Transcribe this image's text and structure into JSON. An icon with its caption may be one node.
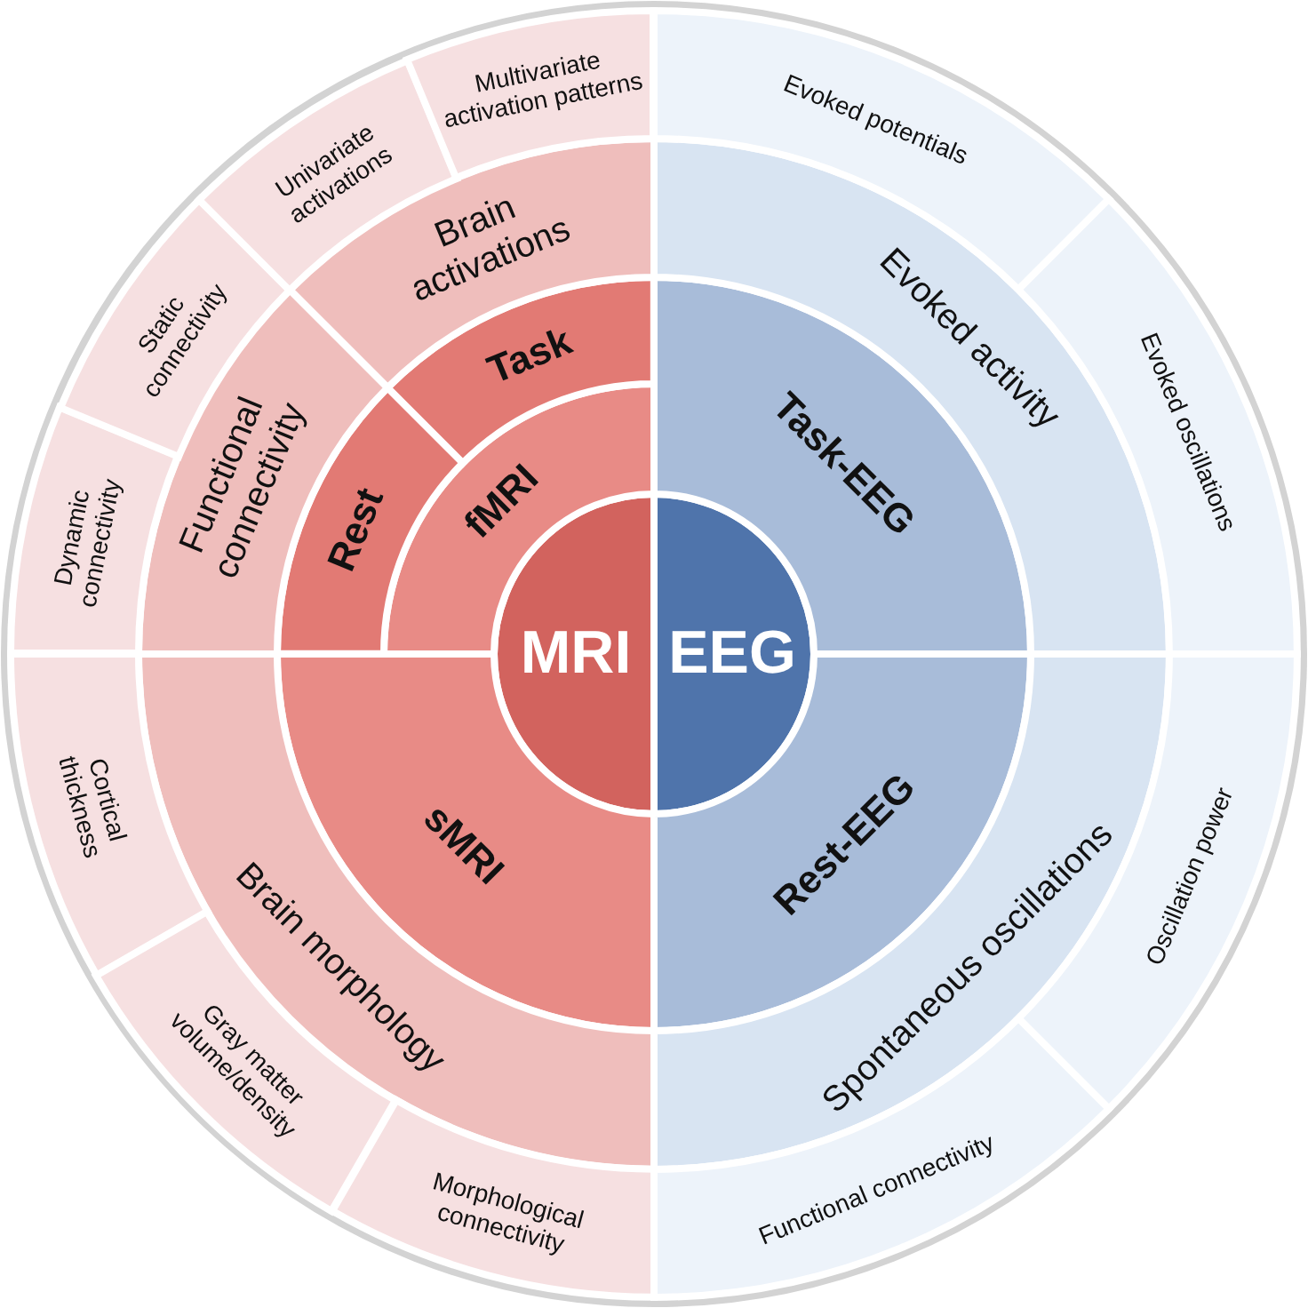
{
  "diagram": {
    "nodes": [
      {
        "text": [
          "MRI"
        ]
      },
      {
        "text": [
          "EEG"
        ]
      },
      {
        "text": [
          "fMRI"
        ]
      },
      {
        "text": [
          "Rest"
        ]
      },
      {
        "text": [
          "Task"
        ]
      },
      {
        "text": [
          "sMRI"
        ]
      },
      {
        "text": [
          "Task-EEG"
        ]
      },
      {
        "text": [
          "Rest-EEG"
        ]
      },
      {
        "text": [
          "Functional connectivity"
        ]
      },
      {
        "text": [
          "Brain activations"
        ]
      },
      {
        "text": [
          "Brain morphology"
        ]
      },
      {
        "text": [
          "Evoked activity"
        ]
      },
      {
        "text": [
          "Spontaneous oscillations"
        ]
      },
      {
        "text": [
          "Dynamic connectivity"
        ]
      },
      {
        "text": [
          "Static connectivity"
        ]
      },
      {
        "text": [
          "Univariate activations"
        ]
      },
      {
        "text": [
          "Multivariate activation patterns"
        ]
      },
      {
        "text": [
          "Cortical thickness"
        ]
      },
      {
        "text": [
          "Gray matter volume/density"
        ]
      },
      {
        "text": [
          "Morphological connectivity"
        ]
      },
      {
        "text": [
          "Evoked potentials"
        ]
      },
      {
        "text": [
          "Evoked oscillations"
        ]
      },
      {
        "text": [
          "Oscillation power"
        ]
      },
      {
        "text": [
          "Functional connectivity"
        ]
      }
    ]
  }
}
